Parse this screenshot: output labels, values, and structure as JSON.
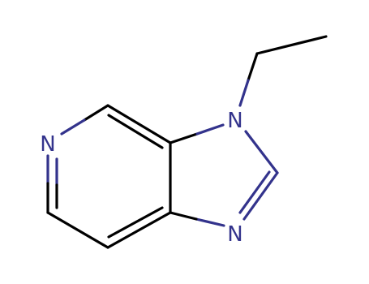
{
  "molecule": {
    "atoms": {
      "n_pyridine": "N",
      "n_imidazole_1": "N",
      "n_imidazole_3": "N"
    },
    "colors": {
      "bond": "#000000",
      "nitrogen": "#33338c"
    }
  }
}
